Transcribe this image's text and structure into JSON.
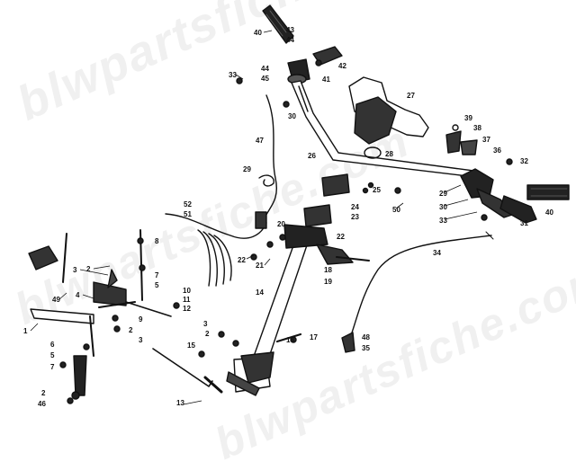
{
  "watermark": {
    "text": "blwpartsfiche.com"
  },
  "callouts": {
    "c1": "1",
    "c2a": "2",
    "c2b": "2",
    "c2c": "2",
    "c2d": "2",
    "c3a": "3",
    "c3b": "3",
    "c3c": "3",
    "c4": "4",
    "c5a": "5",
    "c5b": "5",
    "c6": "6",
    "c7a": "7",
    "c7b": "7",
    "c8": "8",
    "c9": "9",
    "c10": "10",
    "c11": "11",
    "c12": "12",
    "c13": "13",
    "c14": "14",
    "c15": "15",
    "c16": "16",
    "c17": "17",
    "c18": "18",
    "c19": "19",
    "c20": "20",
    "c21": "21",
    "c22a": "22",
    "c22b": "22",
    "c23": "23",
    "c24": "24",
    "c25": "25",
    "c26": "26",
    "c27": "27",
    "c28": "28",
    "c29a": "29",
    "c29b": "29",
    "c30a": "30",
    "c30b": "30",
    "c31": "31",
    "c32": "32",
    "c33a": "33",
    "c33b": "33",
    "c34": "34",
    "c35": "35",
    "c36": "36",
    "c37": "37",
    "c38": "38",
    "c39": "39",
    "c40a": "40",
    "c40b": "40",
    "c41": "41",
    "c42": "42",
    "c43": "43",
    "c44a": "44",
    "c44b": "44",
    "c45": "45",
    "c46": "46",
    "c47": "47",
    "c48": "48",
    "c49": "49",
    "c50": "50",
    "c51": "51",
    "c52": "52"
  }
}
